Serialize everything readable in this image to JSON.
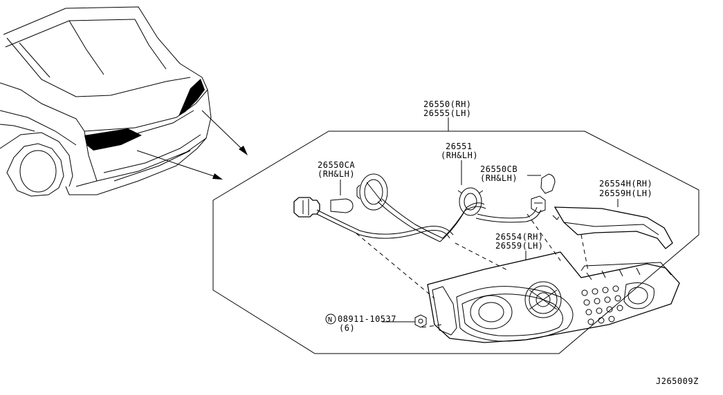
{
  "labels": {
    "assembly_rh": "26550(RH)",
    "assembly_lh": "26555(LH)",
    "socket_part": "26550CA",
    "socket_side": "(RH&LH)",
    "harness_part": "26551",
    "harness_side": "(RH&LH)",
    "bulb_part": "26550CB",
    "bulb_side": "(RH&LH)",
    "finisher_rh": "26554H(RH)",
    "finisher_lh": "26559H(LH)",
    "lamp_rh": "26554(RH)",
    "lamp_lh": "26559(LH)",
    "nut_symbol": "N",
    "nut_part": "08911-10537",
    "nut_qty": "(6)",
    "diagram_code": "J265009Z"
  }
}
